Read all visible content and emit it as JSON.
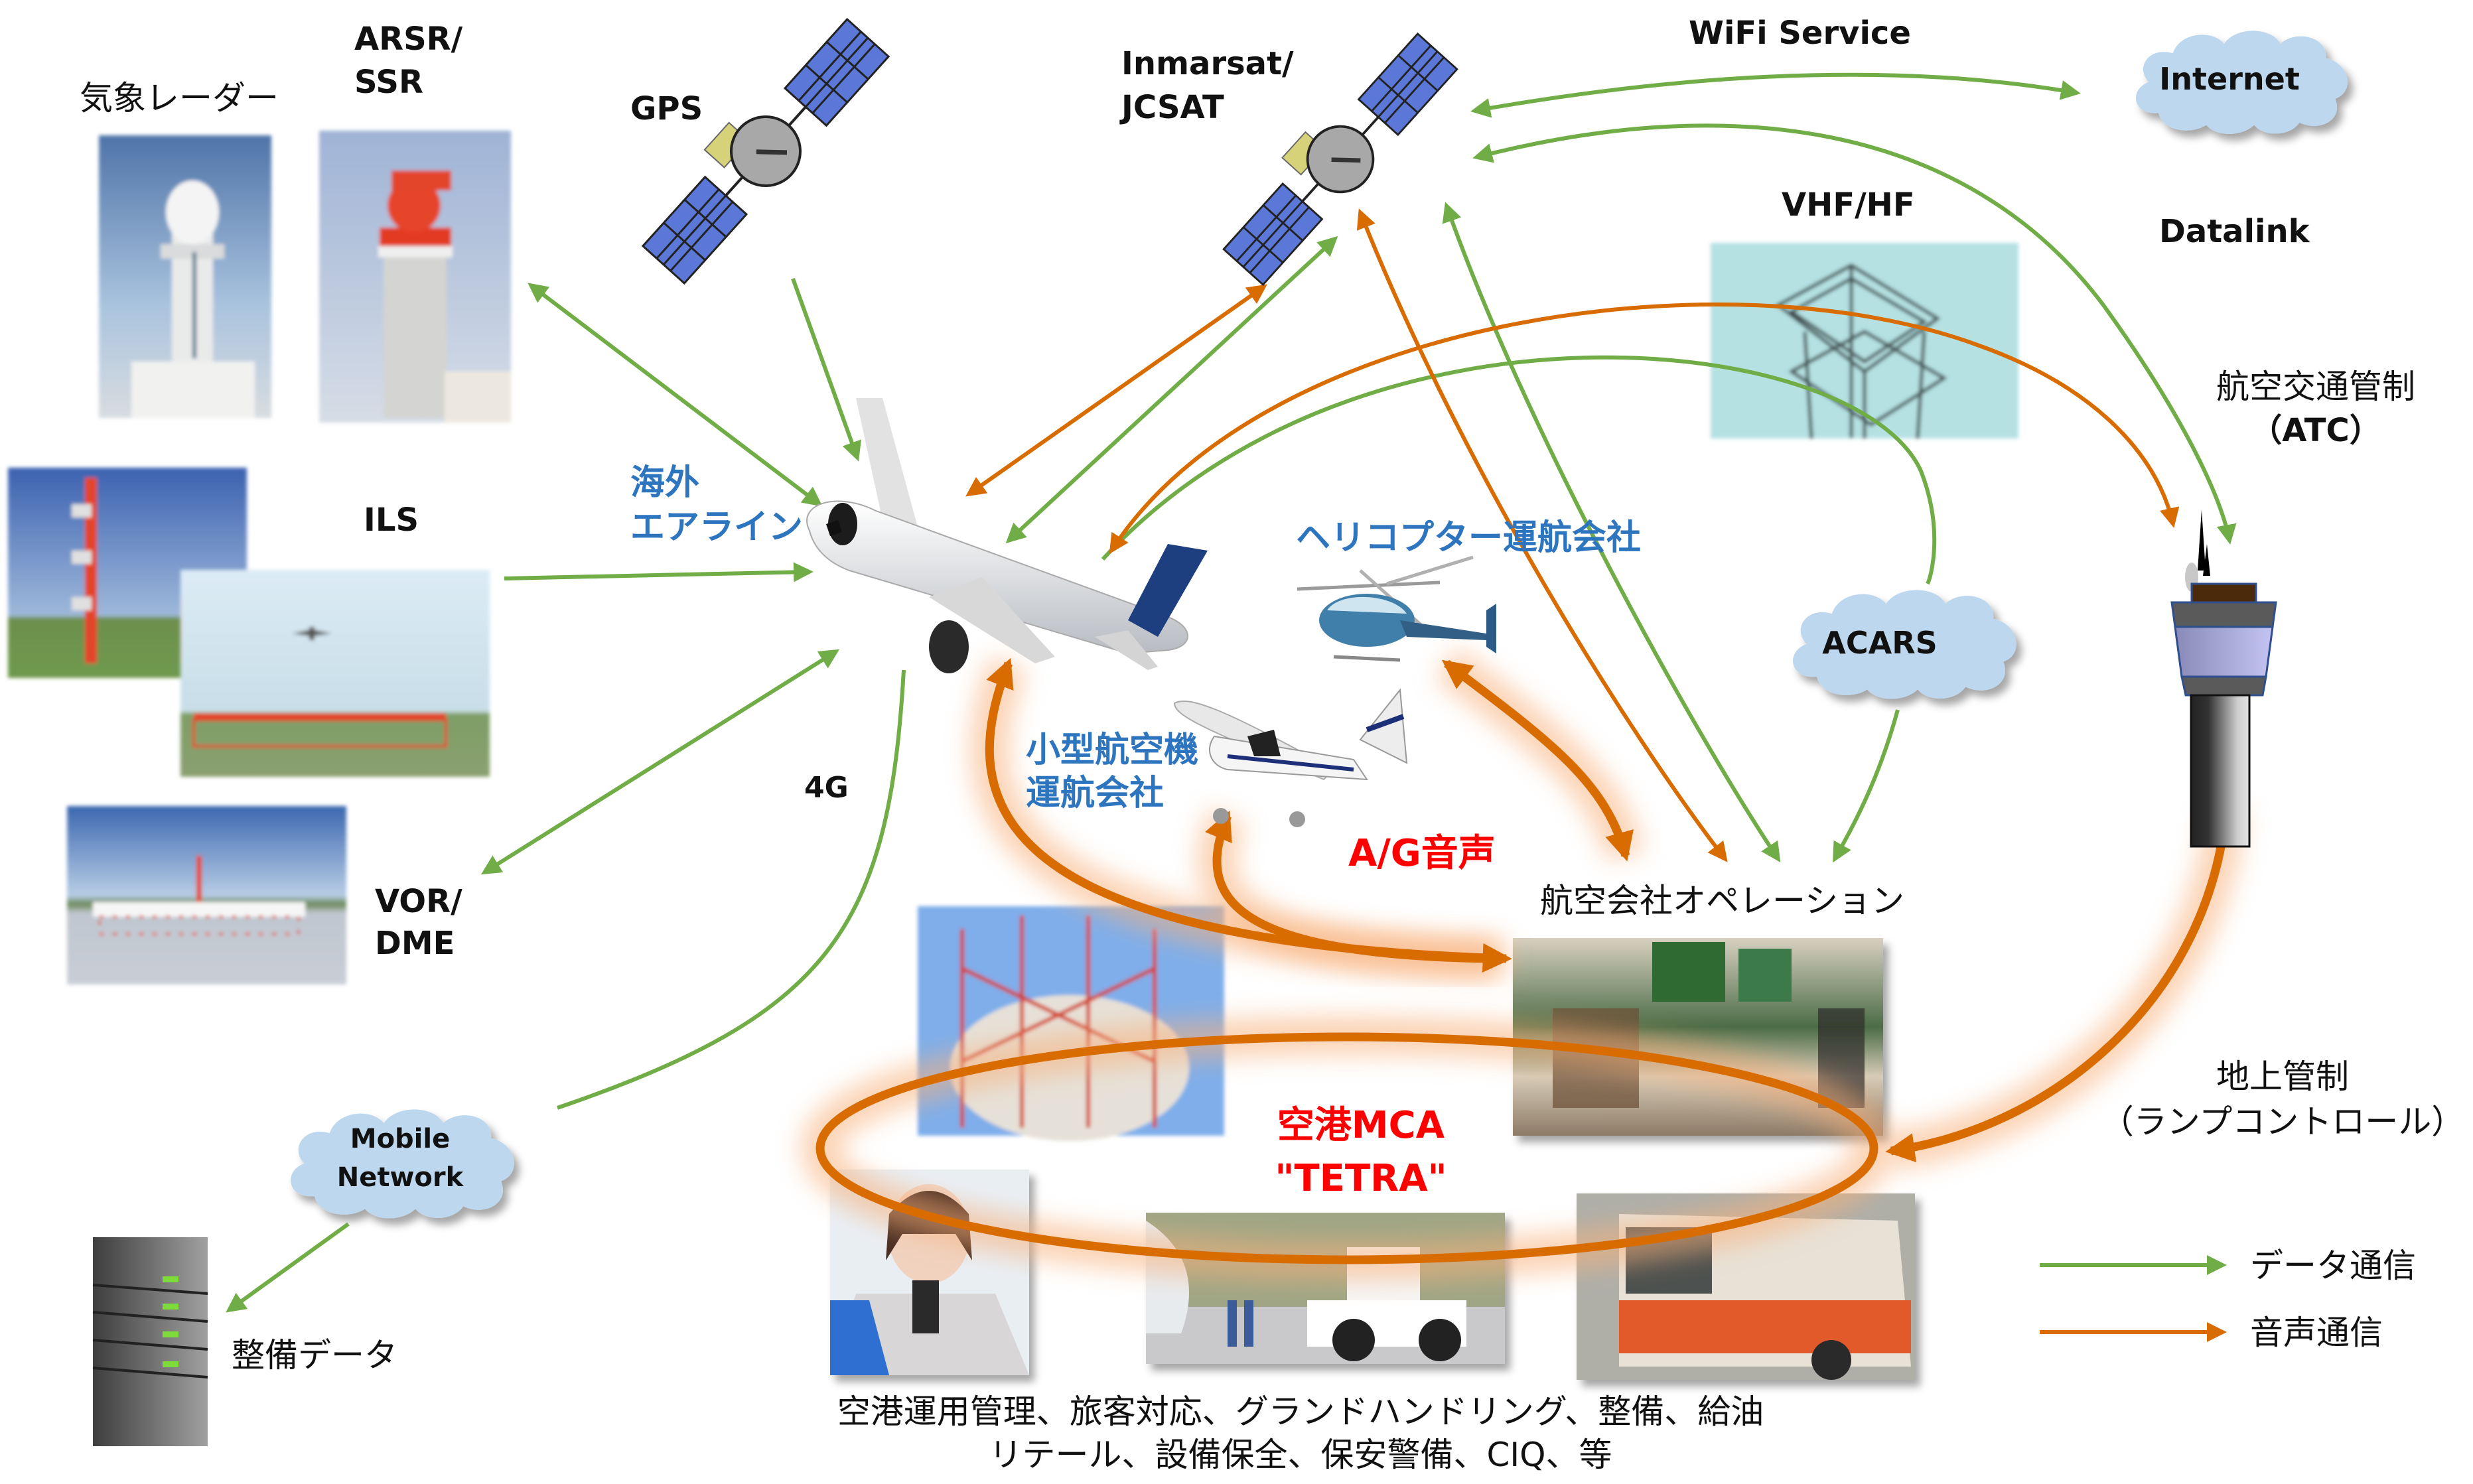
{
  "title": "航空通信ネットワーク概要図",
  "colors": {
    "data_arrow": "#70AD47",
    "voice_arrow": "#D86C00",
    "highlight_text": "#FF0000",
    "entity_text": "#2E75C0",
    "cloud_fill": "#BDD7EE"
  },
  "ground_facilities": {
    "weather_radar": "気象レーダー",
    "arsr_ssr": [
      "ARSR/",
      "SSR"
    ],
    "ils": "ILS",
    "vor_dme": [
      "VOR/",
      "DME"
    ]
  },
  "satellites": {
    "gps": "GPS",
    "inmarsat": [
      "Inmarsat/",
      "JCSAT"
    ]
  },
  "links": {
    "wifi_service": "WiFi Service",
    "datalink": "Datalink",
    "vhf_hf": "VHF/HF",
    "four_g": "4G",
    "ag_voice": "A/G音声"
  },
  "clouds": {
    "internet": "Internet",
    "acars": "ACARS",
    "mobile_network": [
      "Mobile",
      "Network"
    ]
  },
  "operators": {
    "overseas_airline": [
      "海外",
      "エアライン"
    ],
    "helicopter_operator": "ヘリコプター運航会社",
    "small_aircraft_operator": [
      "小型航空機",
      "運航会社"
    ],
    "airline_operations": "航空会社オペレーション"
  },
  "control": {
    "atc": [
      "航空交通管制",
      "（ATC）"
    ],
    "ground_control": [
      "地上管制",
      "（ランプコントロール）"
    ]
  },
  "airport_mca": [
    "空港MCA",
    "\"TETRA\""
  ],
  "maintenance_data": "整備データ",
  "airport_services": [
    "空港運用管理、旅客対応、グランドハンドリング、整備、給油",
    "リテール、設備保全、保安警備、CIQ、等"
  ],
  "legend": {
    "items": [
      {
        "label": "データ通信",
        "type": "data"
      },
      {
        "label": "音声通信",
        "type": "voice"
      }
    ]
  }
}
